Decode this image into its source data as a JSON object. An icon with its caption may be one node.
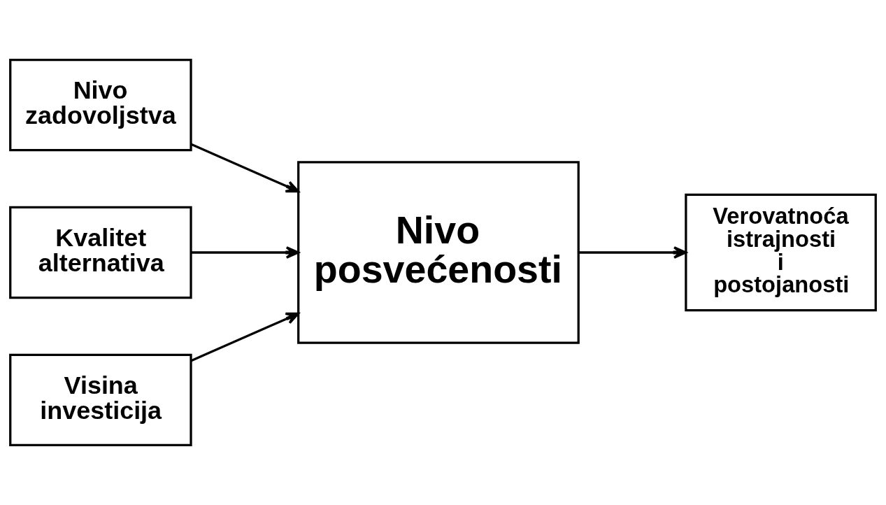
{
  "diagram": {
    "nodes": [
      {
        "text": [
          "Nivo zadovoljstva"
        ]
      },
      {
        "text": [
          "Kvalitet alternativa"
        ]
      },
      {
        "text": [
          "Visina investicija"
        ]
      },
      {
        "text": [
          "Nivo posvećenosti"
        ]
      },
      {
        "text": [
          "Verovatnoća istrajnosti i postojanosti"
        ]
      }
    ],
    "edges": [
      {
        "from": 0,
        "to": 3,
        "arrow": "to"
      },
      {
        "from": 1,
        "to": 3,
        "arrow": "to"
      },
      {
        "from": 2,
        "to": 3,
        "arrow": "to"
      },
      {
        "from": 3,
        "to": 4,
        "arrow": "to"
      }
    ]
  }
}
